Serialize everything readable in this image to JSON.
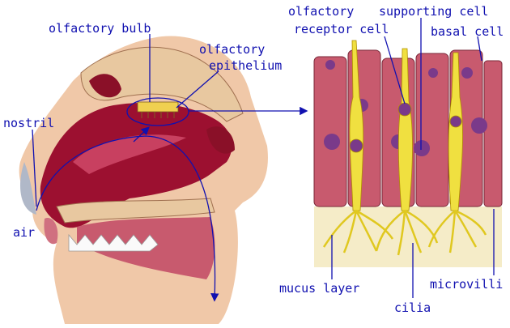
{
  "title": "Olfactory system diagram",
  "labels": {
    "olfactory_bulb": "olfactory bulb",
    "olfactory_epithelium_line1": "olfactory",
    "olfactory_epithelium_line2": "epithelium",
    "nostril": "nostril",
    "air": "air",
    "receptor_cell_line1": "olfactory",
    "receptor_cell_line2": "receptor cell",
    "supporting_cell": "supporting cell",
    "basal_cell": "basal cell",
    "mucus_layer": "mucus layer",
    "cilia": "cilia",
    "microvilli": "microvilli"
  },
  "colors": {
    "label": "#1010b0",
    "tissue": "#c85a6e",
    "cavity": "#9c1030",
    "bone": "#e8c8a0",
    "receptor": "#f0e040",
    "nucleus": "#7a3a8a",
    "mucus": "#f5ecc8"
  }
}
